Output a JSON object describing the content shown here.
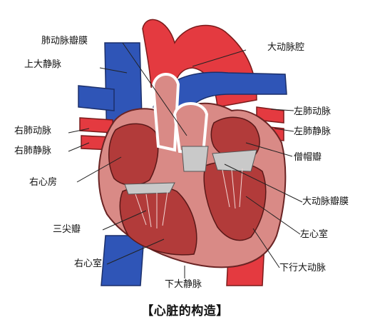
{
  "diagram": {
    "title": "【心脏的构造】",
    "labels": {
      "pulmonary_valve": "肺动脉瓣膜",
      "aortic_lumen": "大动脉腔",
      "superior_vena_cava": "上大静脉",
      "left_pulmonary_artery": "左肺动脉",
      "right_pulmonary_artery": "右肺动脉",
      "left_pulmonary_vein": "左肺静脉",
      "right_pulmonary_vein": "右肺静脉",
      "mitral_valve": "僧帽瓣",
      "right_atrium": "右心房",
      "aortic_valve": "大动脉瓣膜",
      "tricuspid_valve": "三尖瓣",
      "left_ventricle": "左心室",
      "right_ventricle": "右心室",
      "descending_aorta": "下行大动脉",
      "inferior_vena_cava": "下大静脉"
    },
    "colors": {
      "vein_blue": "#2f55b7",
      "artery_red": "#e43a40",
      "heart_wall": "#d98a86",
      "chamber": "#b23b3a",
      "valve_gray": "#c9c9c9"
    }
  }
}
